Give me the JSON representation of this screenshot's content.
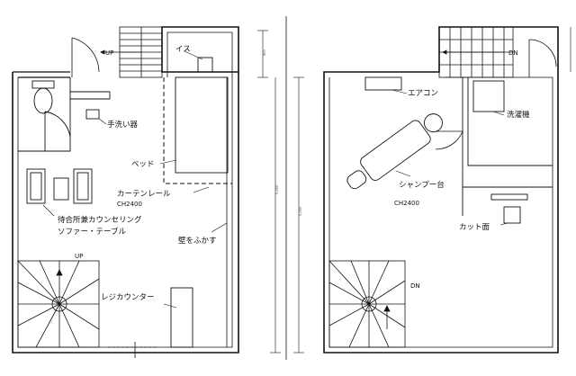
{
  "left_plan": {
    "up_upper": "UP",
    "chair": "イス",
    "sink": "手洗い器",
    "bed": "ベッド",
    "curtain_rail": "カーテンレール",
    "ceiling_height": "CH2400",
    "waiting": "待合所兼カウンセリング",
    "sofa_table": "ソファー・テーブル",
    "wall_finish": "壁をふかす",
    "up_lower": "UP",
    "register_counter": "レジカウンター"
  },
  "right_plan": {
    "dn_upper": "DN",
    "aircon": "エアコン",
    "washer": "洗濯機",
    "shampoo_unit": "シャンプー台",
    "ceiling_height": "CH2400",
    "cut_mirror": "カット面",
    "dn_lower": "DN"
  },
  "dims": {
    "left_top": "900",
    "left_main": "5,000",
    "right_main": "5,000"
  }
}
